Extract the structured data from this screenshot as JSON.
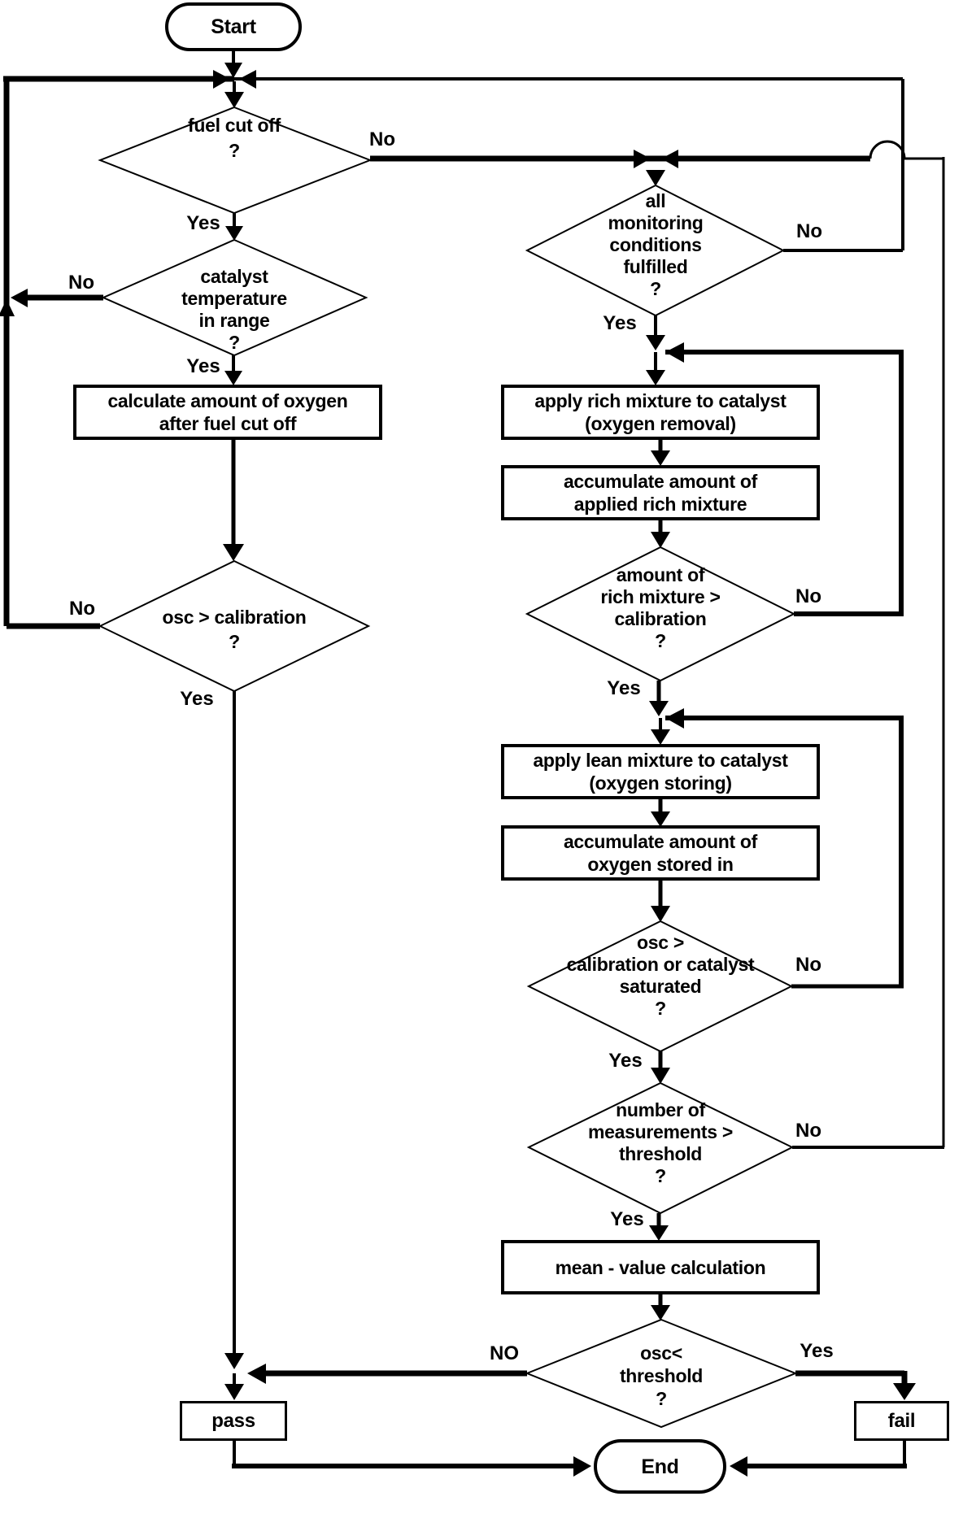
{
  "colors": {
    "ink": "#000000",
    "background": "#ffffff"
  },
  "nodes": {
    "start": "Start",
    "fuel_cut_off": "fuel cut off\n?",
    "catalyst_temp": "catalyst\ntemperature\nin range\n?",
    "calc_oxygen": "calculate amount of oxygen\nafter fuel cut off",
    "osc_calibration": "osc > calibration\n?",
    "monitoring": "all\nmonitoring\nconditions\nfulfilled\n?",
    "apply_rich": "apply rich mixture to catalyst\n(oxygen removal)",
    "acc_rich": "accumulate amount of\napplied rich mixture",
    "rich_gt_cal": "amount of\nrich mixture >\ncalibration\n?",
    "apply_lean": "apply lean mixture to catalyst\n(oxygen storing)",
    "acc_lean": "accumulate amount of\noxygen stored in",
    "osc_saturated": "osc >\ncalibration  or catalyst\nsaturated\n?",
    "num_meas": "number of\nmeasurements >\nthreshold\n?",
    "mean_value": "mean - value calculation",
    "osc_lt_threshold": "osc<\nthreshold\n?",
    "pass": "pass",
    "fail": "fail",
    "end": "End"
  },
  "edge_labels": {
    "fuel_no": "No",
    "fuel_yes": "Yes",
    "cattemp_no": "No",
    "cattemp_yes": "Yes",
    "osc1_no": "No",
    "osc1_yes": "Yes",
    "monitor_no": "No",
    "monitor_yes": "Yes",
    "rich_no": "No",
    "rich_yes": "Yes",
    "oscsat_no": "No",
    "oscsat_yes": "Yes",
    "nummeas_no": "No",
    "nummeas_yes": "Yes",
    "osc2_no": "NO",
    "osc2_yes": "Yes"
  }
}
